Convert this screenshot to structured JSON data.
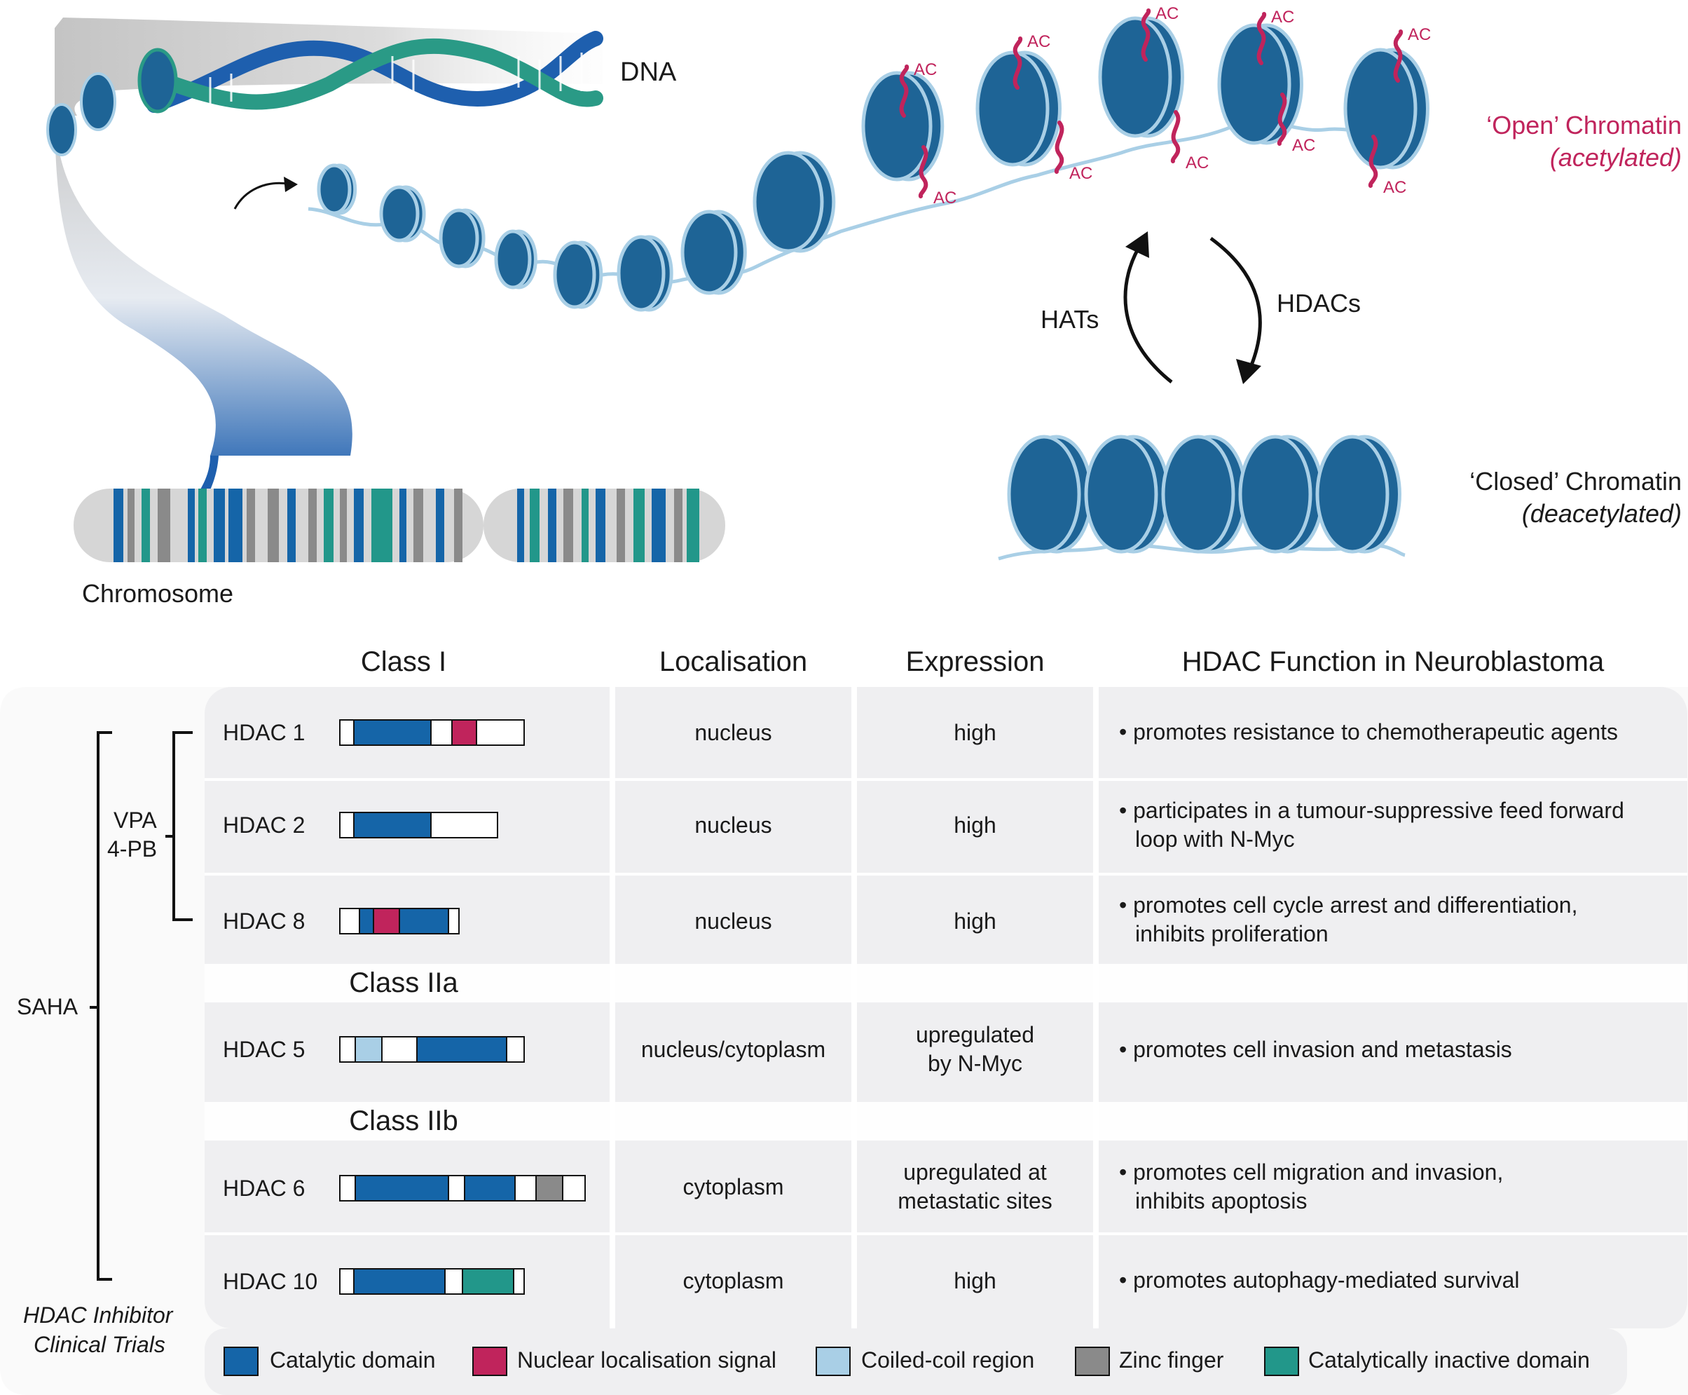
{
  "colors": {
    "catalytic": "#1565a8",
    "nls": "#c0245c",
    "coiled": "#a9cfe6",
    "zinc": "#8a8a8a",
    "inactive": "#22978a",
    "nucleosome": "#1e6496",
    "linker": "#a9cfe6",
    "ac": "#c0245c"
  },
  "top": {
    "dna_label": "DNA",
    "chromosome_label": "Chromosome",
    "open_title": "‘Open’ Chromatin",
    "open_sub": "(acetylated)",
    "closed_title": "‘Closed’ Chromatin",
    "closed_sub": "(deacetylated)",
    "hats": "HATs",
    "hdacs": "HDACs",
    "ac": "AC"
  },
  "table": {
    "headers": [
      "Class I",
      "Localisation",
      "Expression",
      "HDAC Function in Neuroblastoma"
    ],
    "class_iia": "Class IIa",
    "class_iib": "Class IIb",
    "rows": [
      {
        "name": "HDAC 1",
        "loc": "nucleus",
        "expr": [
          "high"
        ],
        "fn": [
          "• promotes resistance to chemotherapeutic agents"
        ]
      },
      {
        "name": "HDAC 2",
        "loc": "nucleus",
        "expr": [
          "high"
        ],
        "fn": [
          "• participates in a tumour-suppressive feed forward",
          "loop with N-Myc"
        ]
      },
      {
        "name": "HDAC 8",
        "loc": "nucleus",
        "expr": [
          "high"
        ],
        "fn": [
          "• promotes cell cycle arrest and differentiation,",
          "inhibits proliferation"
        ]
      },
      {
        "name": "HDAC 5",
        "loc": "nucleus/cytoplasm",
        "expr": [
          "upregulated",
          "by N-Myc"
        ],
        "fn": [
          "• promotes cell invasion and metastasis"
        ]
      },
      {
        "name": "HDAC 6",
        "loc": "cytoplasm",
        "expr": [
          "upregulated at",
          "metastatic sites"
        ],
        "fn": [
          "• promotes cell migration and invasion,",
          "inhibits apoptosis"
        ]
      },
      {
        "name": "HDAC 10",
        "loc": "cytoplasm",
        "expr": [
          "high"
        ],
        "fn": [
          "• promotes autophagy-mediated survival"
        ]
      }
    ],
    "inhibitors": {
      "vpa": "VPA",
      "pb": "4-PB",
      "saha": "SAHA",
      "caption": [
        "HDAC Inhibitor",
        "Clinical Trials"
      ]
    }
  },
  "legend": [
    {
      "color": "#1565a8",
      "label": "Catalytic domain"
    },
    {
      "color": "#c0245c",
      "label": "Nuclear localisation signal"
    },
    {
      "color": "#a9cfe6",
      "label": "Coiled-coil region"
    },
    {
      "color": "#8a8a8a",
      "label": "Zinc finger"
    },
    {
      "color": "#22978a",
      "label": "Catalytically inactive domain"
    }
  ]
}
